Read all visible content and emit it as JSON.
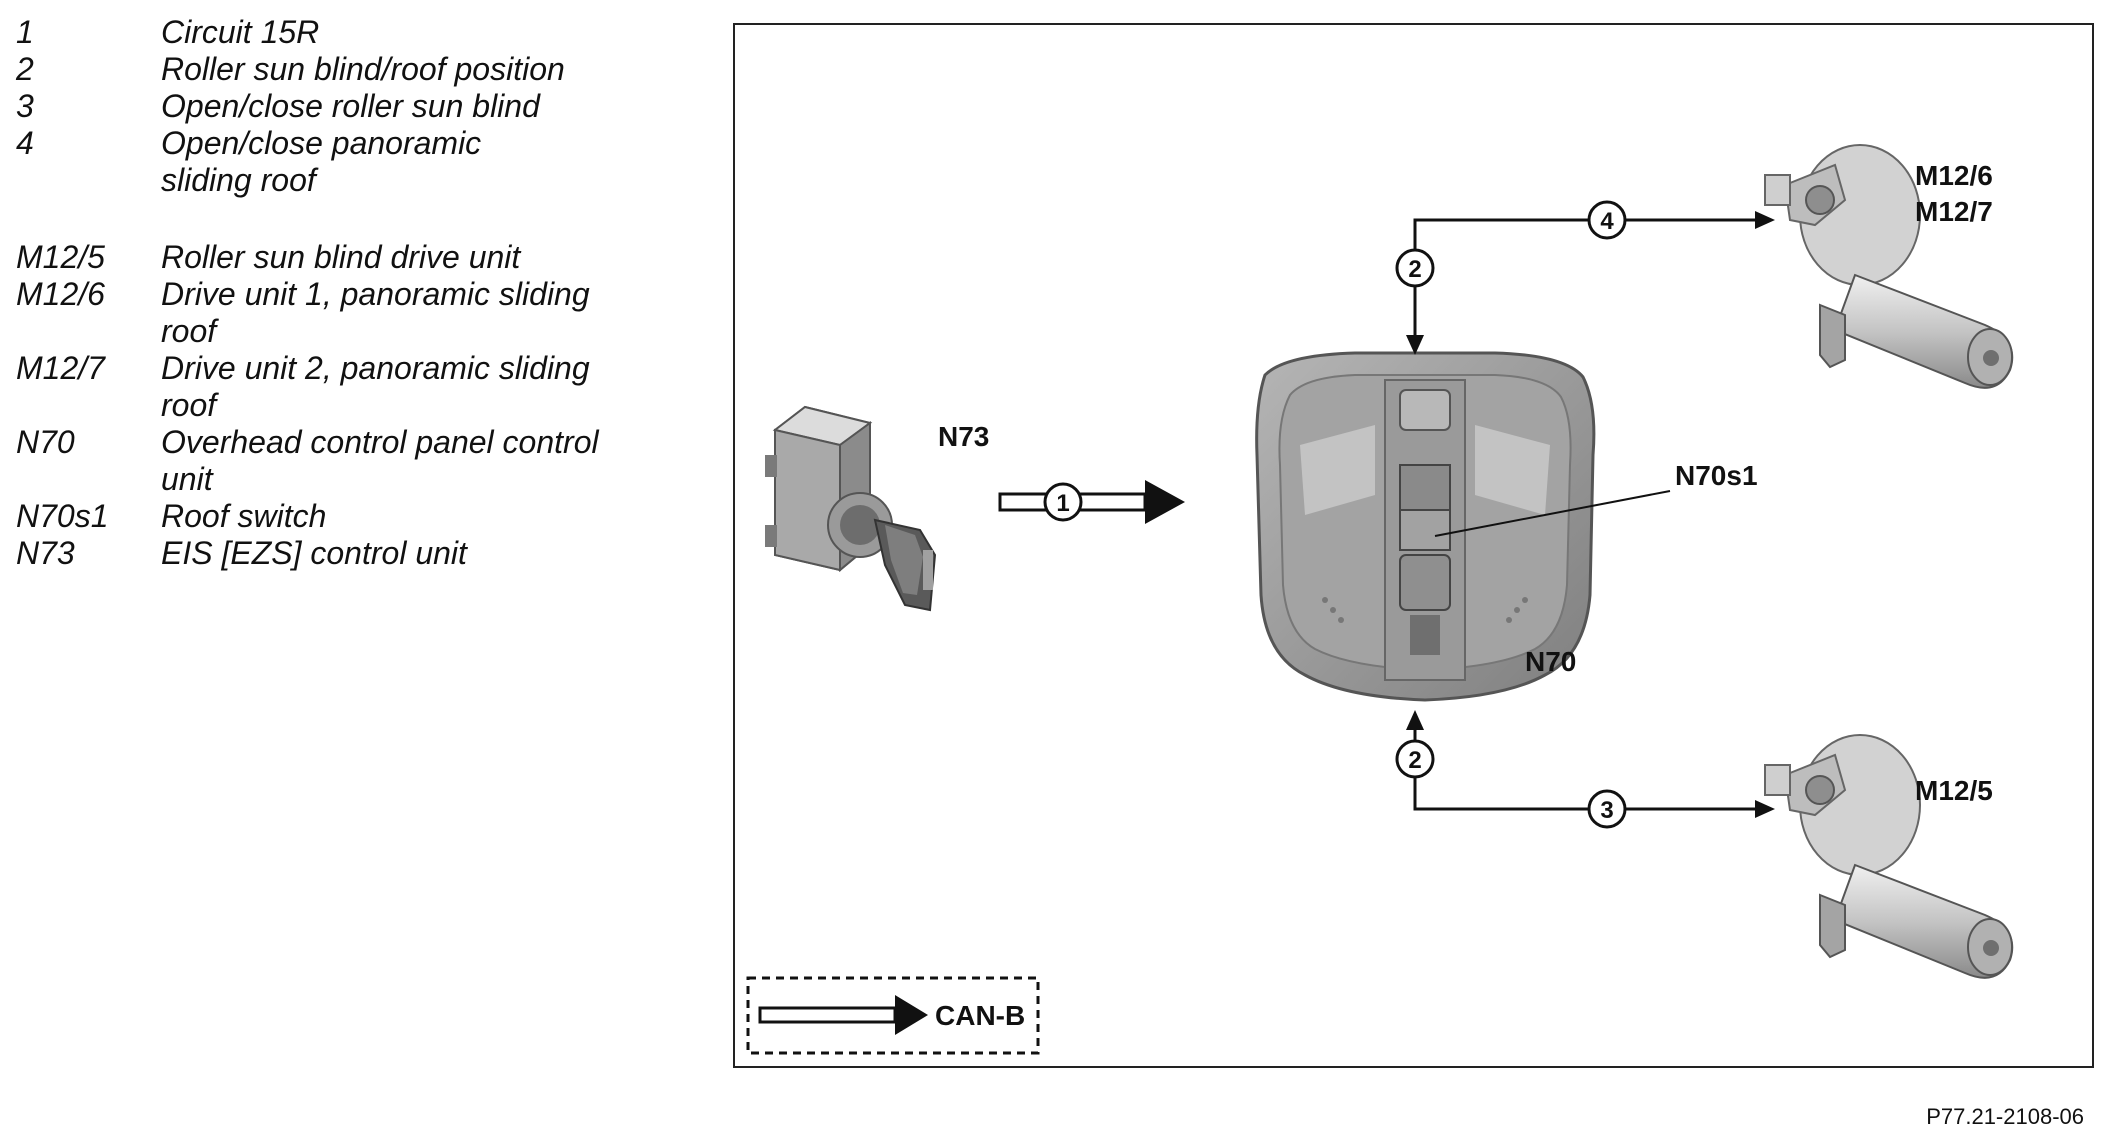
{
  "legend": [
    {
      "code": "1",
      "text": "Circuit 15R"
    },
    {
      "code": "2",
      "text": "Roller sun blind/roof position"
    },
    {
      "code": "3",
      "text": "Open/close roller sun blind"
    },
    {
      "code": "4",
      "text": "Open/close panoramic sliding roof"
    },
    {
      "code": "M12/5",
      "text": "Roller sun blind drive unit"
    },
    {
      "code": "M12/6",
      "text": "Drive unit 1, panoramic sliding roof"
    },
    {
      "code": "M12/7",
      "text": "Drive unit 2, panoramic sliding roof"
    },
    {
      "code": "N70",
      "text": "Overhead control panel control unit"
    },
    {
      "code": "N70s1",
      "text": "Roof switch"
    },
    {
      "code": "N73",
      "text": "EIS [EZS] control unit"
    }
  ],
  "diagram": {
    "labels": {
      "n73": "N73",
      "n70": "N70",
      "n70s1": "N70s1",
      "m12_6": "M12/6",
      "m12_7": "M12/7",
      "m12_5": "M12/5"
    },
    "connections": {
      "c1": "1",
      "c2_top": "2",
      "c2_bottom": "2",
      "c3": "3",
      "c4": "4"
    },
    "key_label": "CAN-B"
  },
  "colors": {
    "panel_dark": "#8e8e8e",
    "panel_mid": "#a9a9a9",
    "panel_light": "#c9c9c9",
    "line": "#111111"
  },
  "figure_ref": "P77.21-2108-06"
}
